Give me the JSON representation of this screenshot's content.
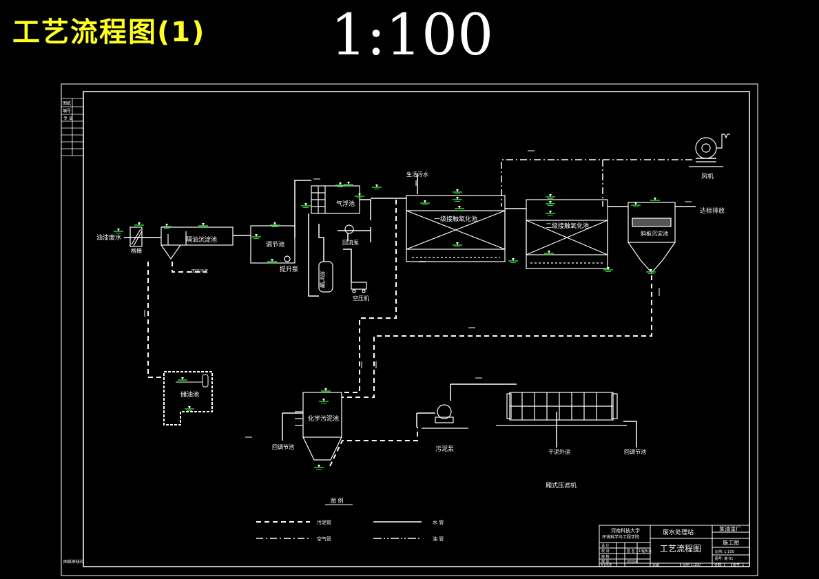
{
  "header": {
    "title": "工艺流程图(1)",
    "scale": "1:100"
  },
  "side_strip": {
    "top_a": "图纸",
    "top_b": "编号",
    "top_c": "专 业",
    "bottom": "图纸审核栏"
  },
  "labels": {
    "inlet": "油漆废水",
    "grid": "格栅",
    "oil_sep": "隔油沉淀池",
    "sludge_out": "回流污泥",
    "equalization": "调节池",
    "lift_pump": "提升泵",
    "air_float": "气浮池",
    "return_pump": "回流泵",
    "dissolved_tank": "溶气罐",
    "compressor": "空压机",
    "domestic_water": "生活污水",
    "contact1": "一级接触氧化池",
    "contact2": "二级接触氧化池",
    "inclined": "斜板沉淀池",
    "discharge": "达标排放",
    "blower": "风机",
    "oil_storage": "储油池",
    "chem_sludge": "化学污泥池",
    "to_equal_left": "回调节池",
    "sludge_pump": "污泥泵",
    "cake_out": "干泥外运",
    "to_equal_right": "回调节池",
    "filter_press": "厢式压滤机"
  },
  "legend": {
    "title": "图  例",
    "sludge_pipe": "污泥管",
    "water_pipe": "水  管",
    "air_pipe": "空气管",
    "oil_pipe": "油  管"
  },
  "title_block": {
    "school": "河南科技大学",
    "dept": "环境科学与工程学院",
    "project": "废水处理站",
    "client": "某油漆厂",
    "drawing": "工艺流程图",
    "stage": "施工图",
    "r1": "设 计",
    "r2": "校 对",
    "r3": "审 核",
    "r4": "审 定",
    "r5": "专业负责",
    "r6": "项目负责",
    "sig": "签 名",
    "mid_label": "工程负责",
    "right1": "比例: 1:100",
    "right2": "图号: 施-01",
    "b1": "日期",
    "b2": "比例 1:100",
    "b3": "张数: 1",
    "b4": "图号: 1"
  },
  "colors": {
    "line": "#ffffff",
    "title": "#ffff22",
    "level_marker": "#33cc33"
  }
}
